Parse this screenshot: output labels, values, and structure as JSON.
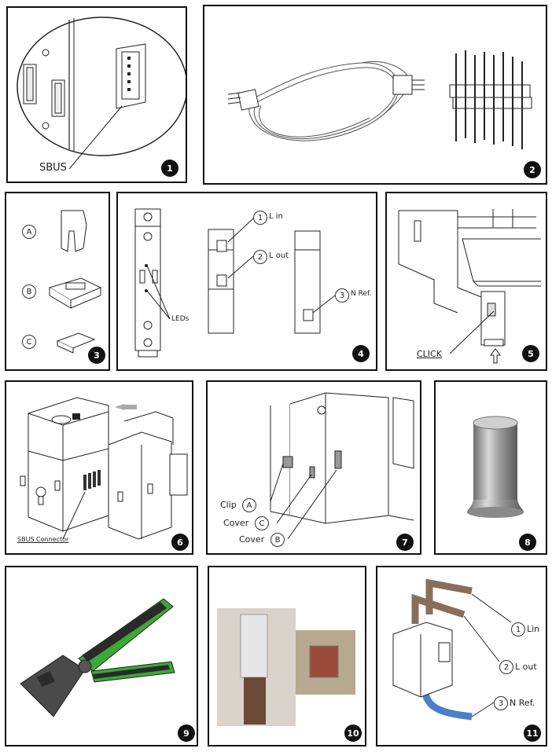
{
  "panels": {
    "p1": {
      "number": "1",
      "label": "SBUS"
    },
    "p2": {
      "number": "2"
    },
    "p3": {
      "number": "3",
      "a": "A",
      "b": "B",
      "c": "C"
    },
    "p4": {
      "number": "4",
      "led": "LEDs",
      "l_in_n": "1",
      "l_in": "L in",
      "l_out_n": "2",
      "l_out": "L out",
      "nref_n": "3",
      "nref": "N Ref."
    },
    "p5": {
      "number": "5",
      "click": "CLICK"
    },
    "p6": {
      "number": "6",
      "connector": "SBUS Connector"
    },
    "p7": {
      "number": "7",
      "clip": "Clip",
      "clip_c": "A",
      "cover1": "Cover",
      "cover1_c": "C",
      "cover2": "Cover",
      "cover2_c": "B"
    },
    "p8": {
      "number": "8"
    },
    "p9": {
      "number": "9"
    },
    "p10": {
      "number": "10"
    },
    "p11": {
      "number": "11",
      "lin_n": "1",
      "lin": "Lin",
      "lout_n": "2",
      "lout": "L out",
      "nref_n": "3",
      "nref": "N Ref."
    }
  },
  "colors": {
    "frame": "#111111",
    "crimper_green": "#3aa935",
    "ferrule_silver": "#a8a8a8",
    "wire_blue": "#4a7fc9",
    "wire_brown": "#8a6e5c"
  }
}
